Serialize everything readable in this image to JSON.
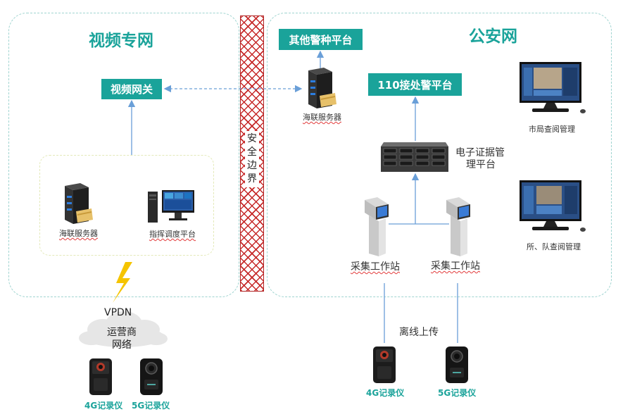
{
  "zones": {
    "video_network": "视频专网",
    "police_network": "公安网"
  },
  "boundary": {
    "label": "安全边界"
  },
  "boxes": {
    "video_gateway": "视频网关",
    "other_police": "其他警种平台",
    "platform_110": "110接处警平台"
  },
  "labels": {
    "server_left": "海联服务器",
    "dispatch_platform": "指挥调度平台",
    "server_right": "海联服务器",
    "evidence_platform_line1": "电子证据管",
    "evidence_platform_line2": "理平台",
    "city_bureau": "市局查阅管理",
    "station_team": "所、队查阅管理",
    "workstation_1": "采集工作站",
    "workstation_2": "采集工作站",
    "offline_upload": "离线上传",
    "vpdn": "VPDN",
    "carrier_line1": "运营商",
    "carrier_line2": "网络",
    "left_4g": "4G记录仪",
    "left_5g": "5G记录仪",
    "right_4g": "4G记录仪",
    "right_5g": "5G记录仪"
  },
  "colors": {
    "teal": "#1aa39a",
    "boundary_red": "#c62828",
    "arrow_blue": "#6a9fd8",
    "lightning": "#f5c400"
  },
  "icons": {
    "server": "server-icon",
    "monitor": "monitor-icon",
    "rack": "rack-server-icon",
    "kiosk": "kiosk-icon",
    "camera": "body-camera-icon",
    "cloud": "cloud-icon",
    "lightning": "lightning-icon"
  }
}
